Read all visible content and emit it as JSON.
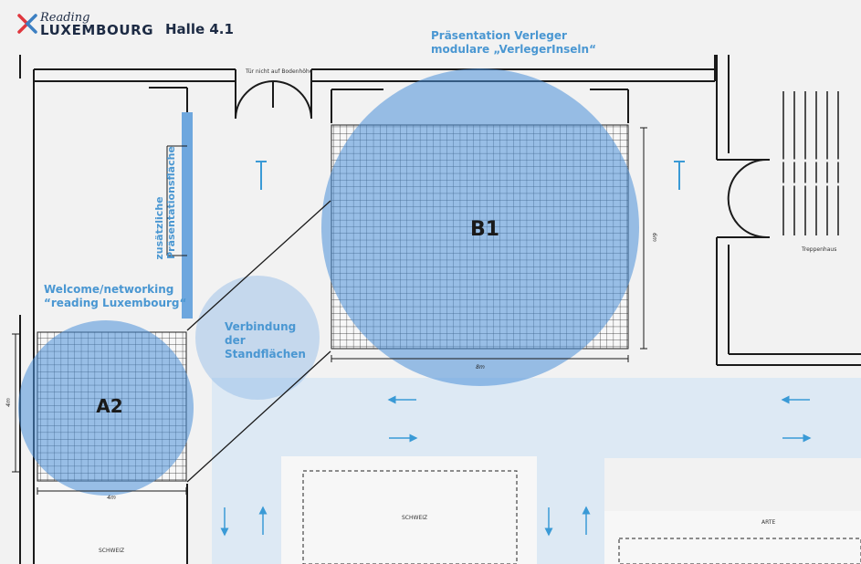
{
  "brand": {
    "logo_top": "Reading",
    "logo_bottom": "LUXEMBOURG"
  },
  "hall_title": "Halle 4.1",
  "labels": {
    "praesentation_line1": "Präsentation Verleger",
    "praesentation_line2": "modulare „VerlegerInseln“",
    "zusaetzliche_line1": "zusätzliche",
    "zusaetzliche_line2": "Präsentationsfläche",
    "welcome_line1": "Welcome/networking",
    "welcome_line2": "“reading Luxembourg“",
    "verbindung_line1": "Verbindung",
    "verbindung_line2": "der",
    "verbindung_line3": "Standflächen",
    "door_note": "Tür nicht auf Bodenhöhe",
    "treppenhaus": "Treppenhaus"
  },
  "zones": {
    "b1": {
      "label": "B1",
      "width_label": "8m",
      "height_label": "6m"
    },
    "a2": {
      "label": "A2",
      "width_label": "4m",
      "height_label": "4m"
    }
  },
  "booths": [
    "SCHWEIZ",
    "SCHWEIZ",
    "ARTE"
  ],
  "colors": {
    "wall": "#1a1a1a",
    "circle_fill": "#4a8fd8",
    "aisle": "#dde9f4",
    "accent_blue": "#4a97d2",
    "text_dark": "#1d2b44",
    "logo_red": "#e0373e",
    "logo_blue": "#3c7fc2"
  }
}
